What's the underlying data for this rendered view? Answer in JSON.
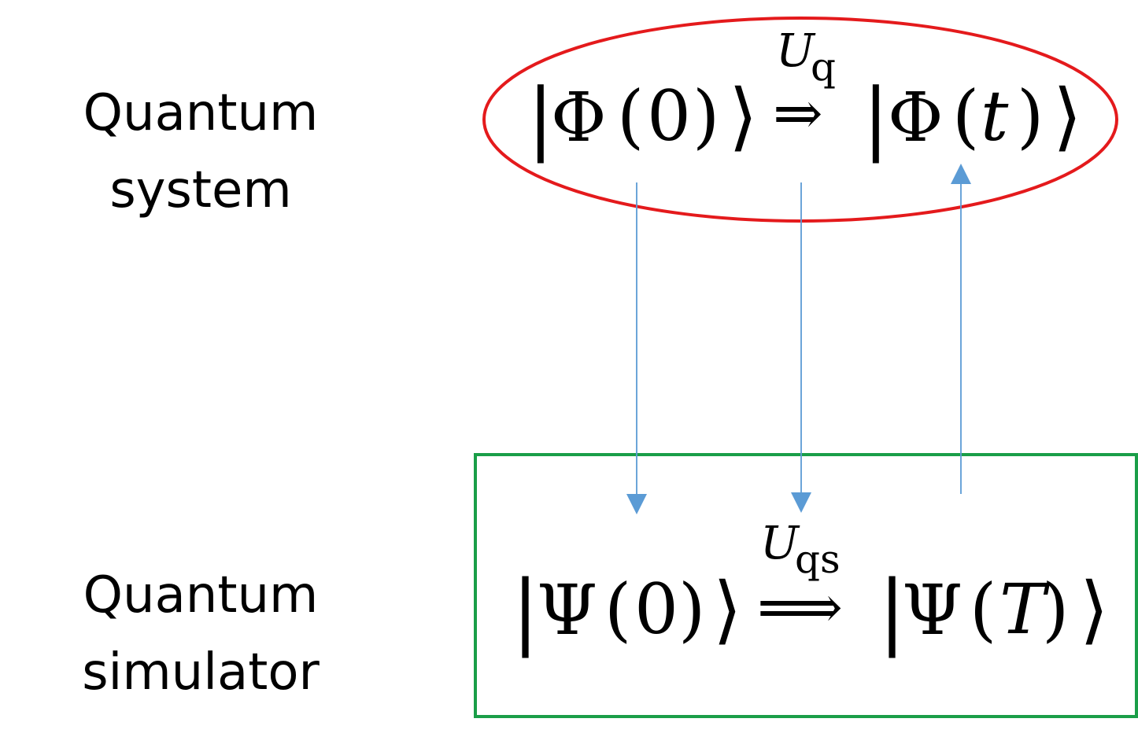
{
  "labels": {
    "system": [
      "Quantum",
      "system"
    ],
    "simulator": [
      "Quantum",
      "simulator"
    ]
  },
  "system": {
    "initial": {
      "bar": "|",
      "symbol": "Φ",
      "arg": "0",
      "close": "⟩"
    },
    "operator": {
      "letter": "U",
      "subscript": "q"
    },
    "arrow": "⇒",
    "final": {
      "bar": "|",
      "symbol": "Φ",
      "arg": "t",
      "close": "⟩"
    }
  },
  "simulator": {
    "initial": {
      "bar": "|",
      "symbol": "Ψ",
      "arg": "0",
      "close": "⟩"
    },
    "operator": {
      "letter": "U",
      "subscript": "qs"
    },
    "arrow": "⟹",
    "final": {
      "bar": "|",
      "symbol": "Ψ",
      "arg": "T",
      "close": "⟩"
    }
  },
  "colors": {
    "ellipse": "#e41a1c",
    "box": "#1a9e48",
    "connector": "#5b9bd5",
    "text": "#000000"
  }
}
